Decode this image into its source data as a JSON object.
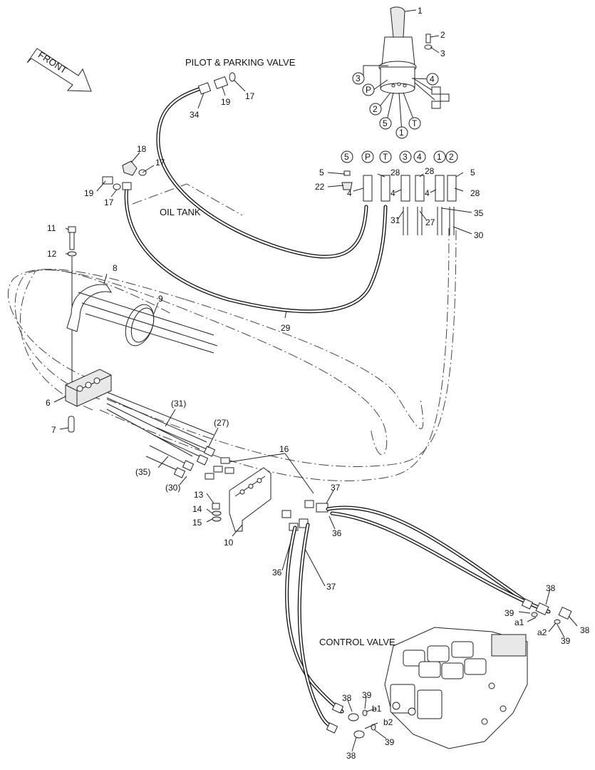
{
  "labels": {
    "front": "FRONT",
    "pilot_parking_valve": "PILOT  & PARKING VALVE",
    "oil_tank": "OIL TANK",
    "control_valve": "CONTROL VALVE"
  },
  "port_labels": {
    "joystick": [
      "3",
      "P",
      "2",
      "5",
      "1",
      "T",
      "4"
    ],
    "top_row": [
      "5",
      "P",
      "T",
      "3",
      "4",
      "1",
      "2"
    ]
  },
  "callouts": {
    "c1": "1",
    "c2": "2",
    "c3": "3",
    "c17a": "17",
    "c19a": "19",
    "c34": "34",
    "c18": "18",
    "c17b": "17",
    "c19b": "19",
    "c17c": "17",
    "c5a": "5",
    "c22": "22",
    "c4a": "4",
    "c28a": "28",
    "c4b": "4",
    "c28b": "28",
    "c4c": "4",
    "c5b": "5",
    "c28c": "28",
    "c31": "31",
    "c27": "27",
    "c35": "35",
    "c30": "30",
    "c11": "11",
    "c12": "12",
    "c8": "8",
    "c9": "9",
    "c29": "29",
    "c6": "6",
    "c7": "7",
    "c31p": "(31)",
    "c27p": "(27)",
    "c35p": "(35)",
    "c30p": "(30)",
    "c16": "16",
    "c37a": "37",
    "c36a": "36",
    "c13": "13",
    "c14": "14",
    "c15": "15",
    "c10": "10",
    "c36b": "36",
    "c37b": "37",
    "c38a": "38",
    "c39a": "39",
    "ca1": "a1",
    "ca2": "a2",
    "c38b": "38",
    "c39b": "39",
    "c38c": "38",
    "c39c": "39",
    "cb1": "b1",
    "cb2": "b2",
    "c39d": "39",
    "c38d": "38"
  }
}
